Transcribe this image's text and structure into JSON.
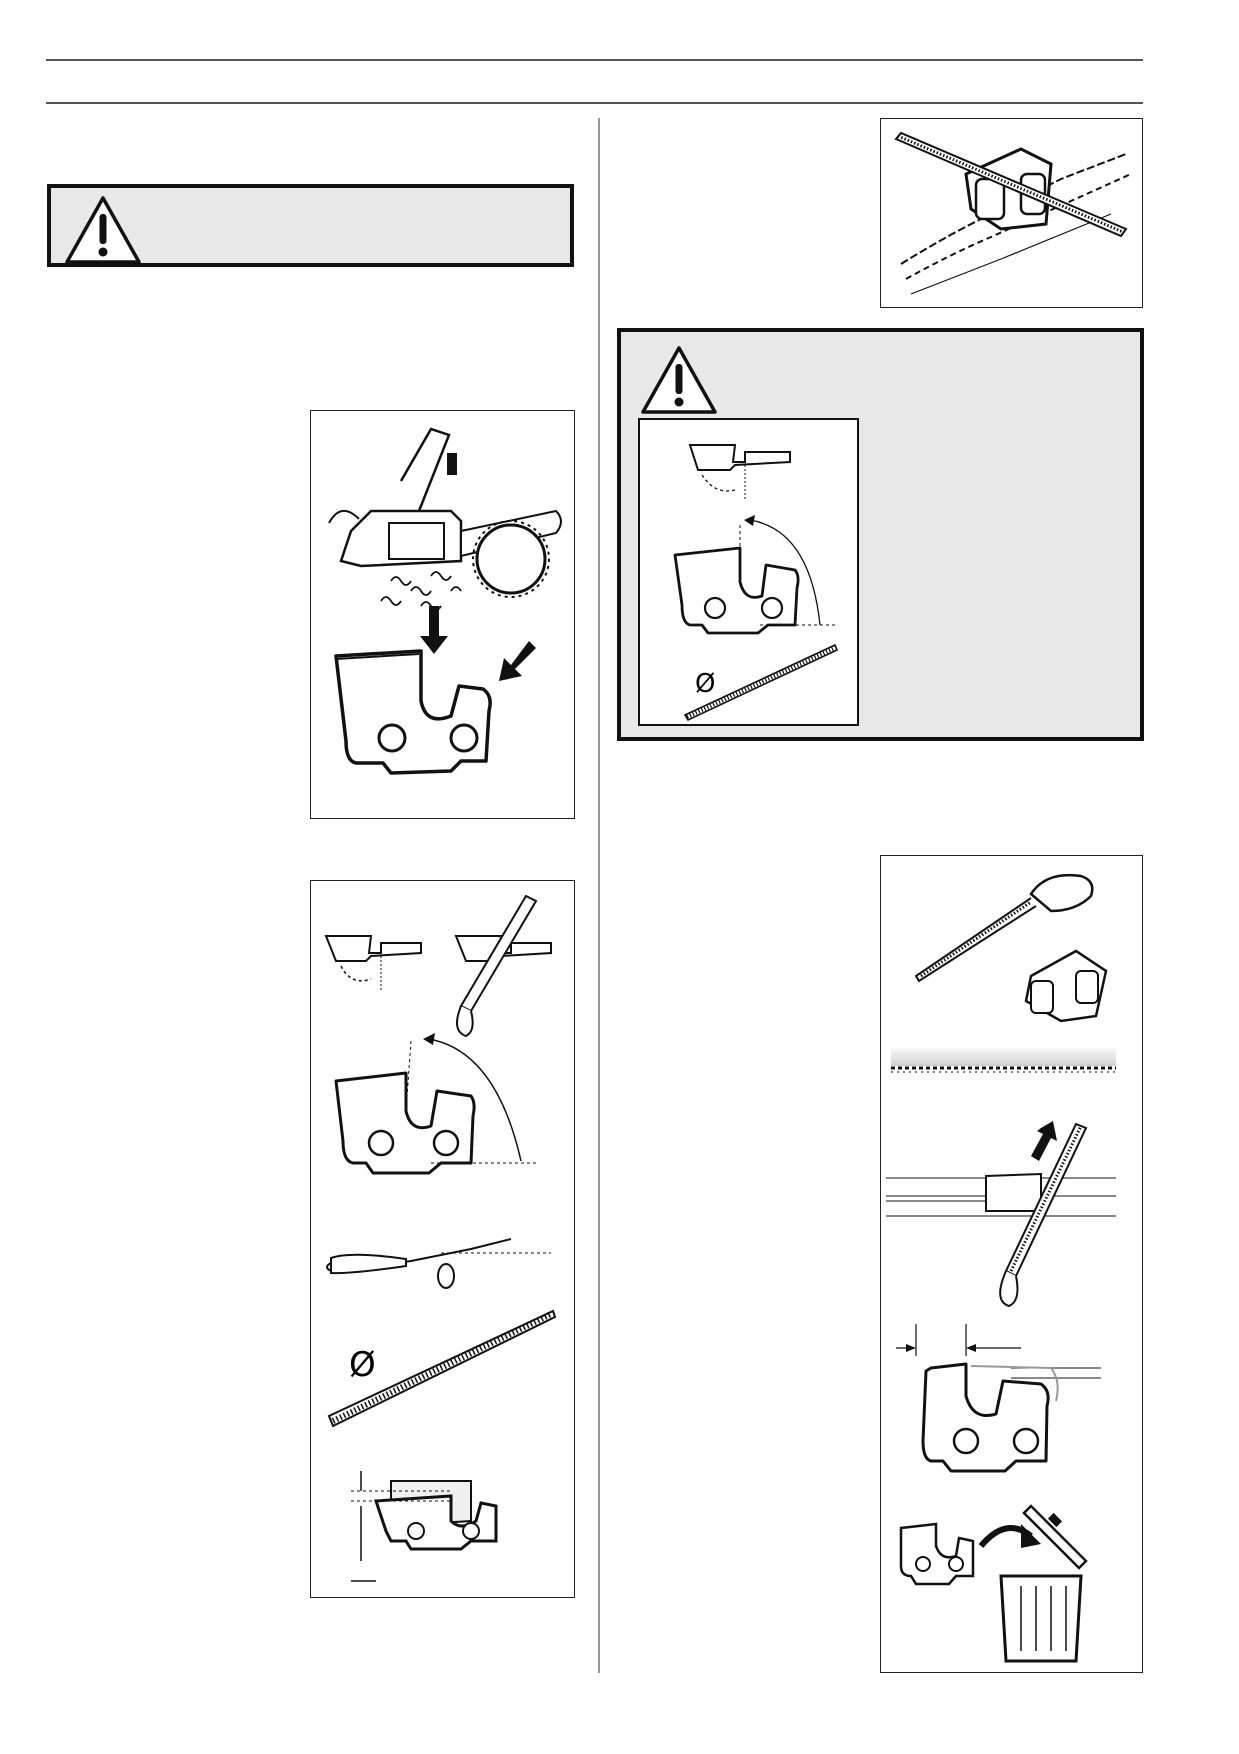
{
  "page": {
    "background": "#ffffff",
    "text_blocks": []
  },
  "warnings": [
    {
      "icon": "warning-triangle-icon",
      "fill": "#e8e8e8"
    },
    {
      "icon": "warning-triangle-icon",
      "fill": "#e8e8e8"
    }
  ],
  "figures": [
    {
      "id": "chain-in-file-gauge",
      "icon": "file-gauge-on-chain-icon"
    },
    {
      "id": "dull-chain-cutting",
      "icon": "chainsaw-cutting-log-icon"
    },
    {
      "id": "cutter-wear-points",
      "icon": "cutter-tooth-arrows-icon"
    },
    {
      "id": "filing-angles",
      "icon": "cutter-angle-file-icon"
    },
    {
      "id": "sharpening-steps",
      "icon": "sharpening-sequence-icon"
    },
    {
      "id": "warning-filing-geometry",
      "icon": "cutter-geometry-icon"
    }
  ],
  "symbols": {
    "diameter": "Ø"
  }
}
